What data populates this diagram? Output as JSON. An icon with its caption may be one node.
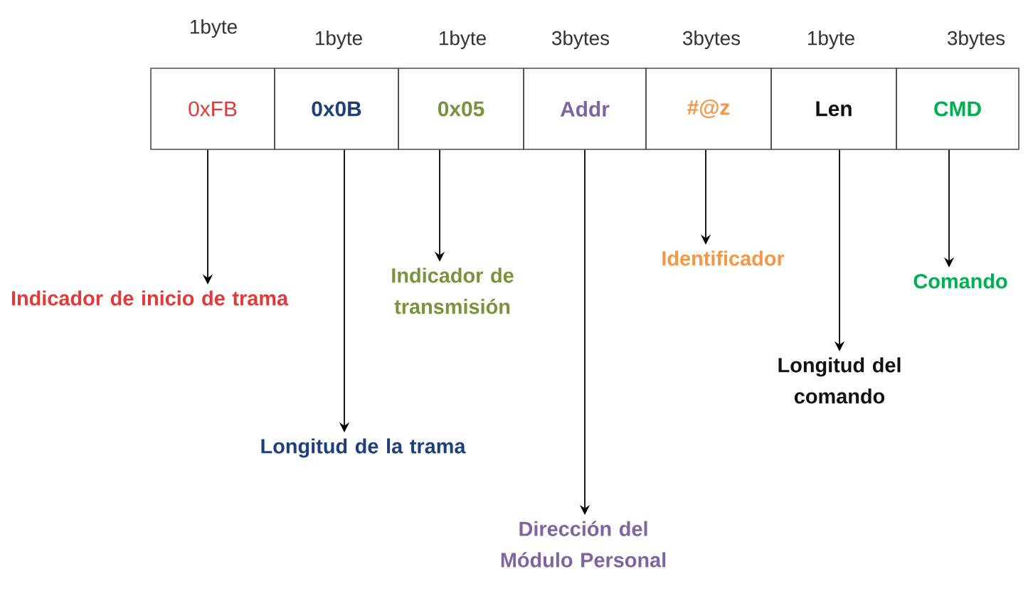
{
  "diagram": {
    "nodes": [
      {
        "text": [
          "0xFB"
        ],
        "beside": [
          "1byte"
        ]
      },
      {
        "text": [
          "0x0B"
        ],
        "beside": [
          "1byte"
        ]
      },
      {
        "text": [
          "0x05"
        ],
        "beside": [
          "1byte"
        ]
      },
      {
        "text": [
          "Addr"
        ],
        "beside": [
          "3bytes"
        ]
      },
      {
        "text": [
          "#@z"
        ],
        "beside": [
          "3bytes"
        ]
      },
      {
        "text": [
          "Len"
        ],
        "beside": [
          "1byte"
        ]
      },
      {
        "text": [
          "CMD"
        ],
        "beside": [
          "3bytes"
        ]
      },
      {
        "text": [
          "Indicador de inicio de trama"
        ]
      },
      {
        "text": [
          "Longitud de la trama"
        ]
      },
      {
        "text": [
          "Indicador de transmisión"
        ]
      },
      {
        "text": [
          "Dirección del Módulo Personal"
        ]
      },
      {
        "text": [
          "Identificador"
        ]
      },
      {
        "text": [
          "Longitud del comando"
        ]
      },
      {
        "text": [
          "Comando"
        ]
      }
    ],
    "edges": [
      {
        "from": 0,
        "to": 7,
        "arrow": "to"
      },
      {
        "from": 1,
        "to": 8,
        "arrow": "to"
      },
      {
        "from": 2,
        "to": 9,
        "arrow": "to"
      },
      {
        "from": 3,
        "to": 10,
        "arrow": "to"
      },
      {
        "from": 4,
        "to": 11,
        "arrow": "to"
      },
      {
        "from": 5,
        "to": 12,
        "arrow": "to"
      },
      {
        "from": 6,
        "to": 13,
        "arrow": "to"
      }
    ]
  }
}
